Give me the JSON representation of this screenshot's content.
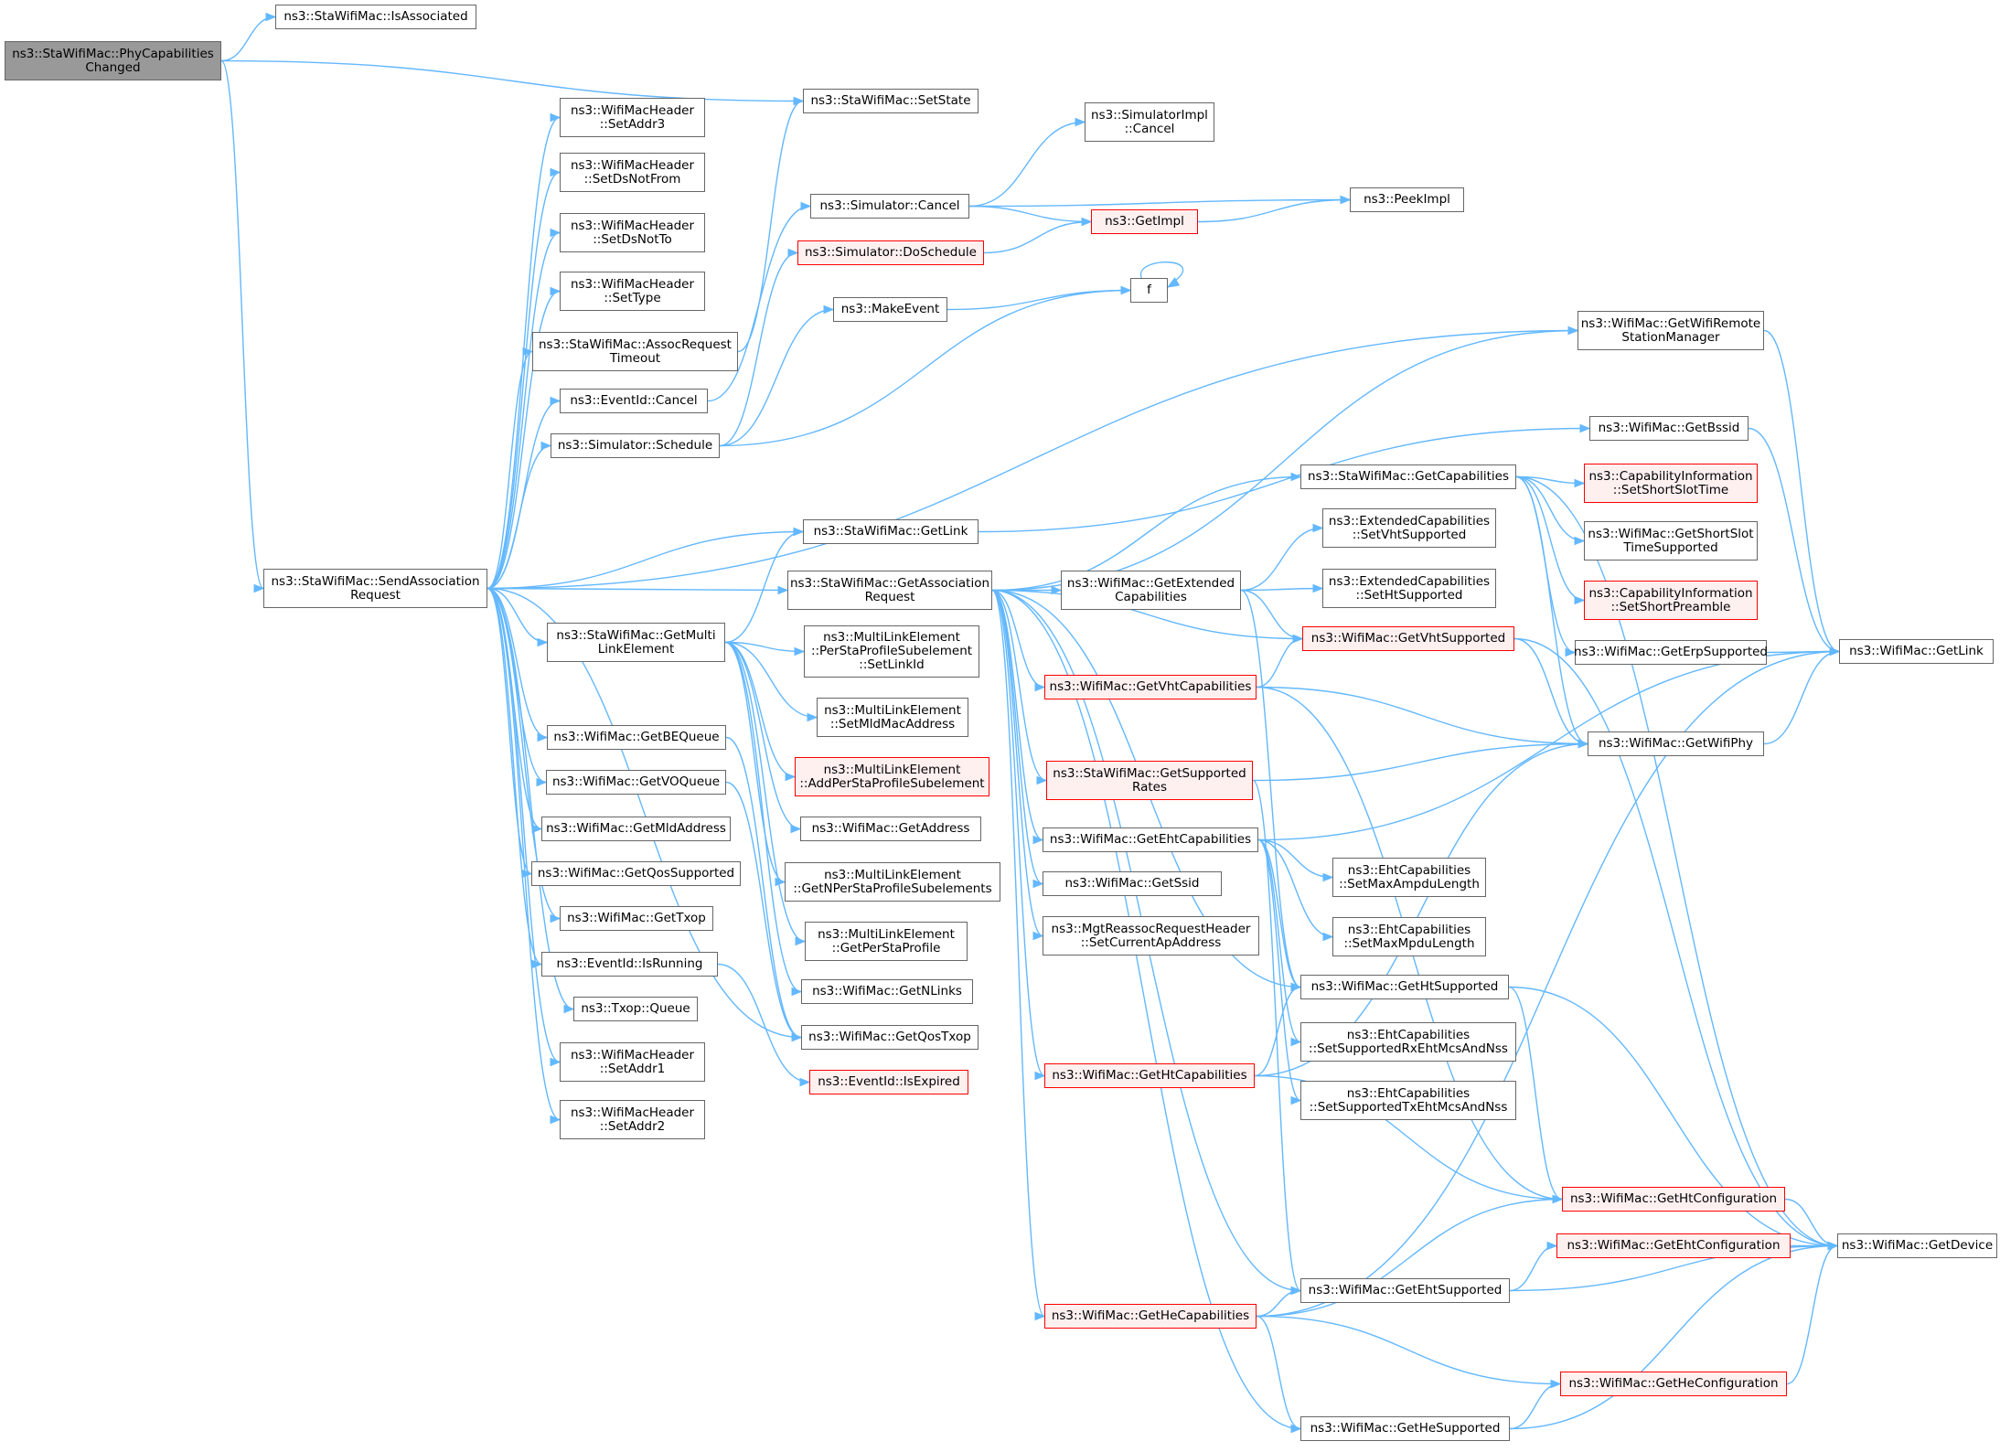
{
  "diagram": {
    "nodes": [
      {
        "id": "root",
        "lines": [
          "ns3::StaWifiMac::PhyCapabilities",
          "Changed"
        ],
        "style": "root"
      },
      {
        "id": "isassociated",
        "lines": [
          "ns3::StaWifiMac::IsAssociated"
        ]
      },
      {
        "id": "setstate",
        "lines": [
          "ns3::StaWifiMac::SetState"
        ]
      },
      {
        "id": "setaddr3",
        "lines": [
          "ns3::WifiMacHeader",
          "::SetAddr3"
        ]
      },
      {
        "id": "setdsnotfrom",
        "lines": [
          "ns3::WifiMacHeader",
          "::SetDsNotFrom"
        ]
      },
      {
        "id": "setdsnotto",
        "lines": [
          "ns3::WifiMacHeader",
          "::SetDsNotTo"
        ]
      },
      {
        "id": "settype",
        "lines": [
          "ns3::WifiMacHeader",
          "::SetType"
        ]
      },
      {
        "id": "assocreqtimeout",
        "lines": [
          "ns3::StaWifiMac::AssocRequest",
          "Timeout"
        ]
      },
      {
        "id": "eventidcancel",
        "lines": [
          "ns3::EventId::Cancel"
        ]
      },
      {
        "id": "simschedule",
        "lines": [
          "ns3::Simulator::Schedule"
        ]
      },
      {
        "id": "sendassoc",
        "lines": [
          "ns3::StaWifiMac::SendAssociation",
          "Request"
        ]
      },
      {
        "id": "getmultilink",
        "lines": [
          "ns3::StaWifiMac::GetMulti",
          "LinkElement"
        ]
      },
      {
        "id": "getbequeue",
        "lines": [
          "ns3::WifiMac::GetBEQueue"
        ]
      },
      {
        "id": "getvoqueue",
        "lines": [
          "ns3::WifiMac::GetVOQueue"
        ]
      },
      {
        "id": "getmldaddress",
        "lines": [
          "ns3::WifiMac::GetMldAddress"
        ]
      },
      {
        "id": "getqossupported",
        "lines": [
          "ns3::WifiMac::GetQosSupported"
        ]
      },
      {
        "id": "gettxop",
        "lines": [
          "ns3::WifiMac::GetTxop"
        ]
      },
      {
        "id": "isrunning",
        "lines": [
          "ns3::EventId::IsRunning"
        ]
      },
      {
        "id": "txopqueue",
        "lines": [
          "ns3::Txop::Queue"
        ]
      },
      {
        "id": "setaddr1",
        "lines": [
          "ns3::WifiMacHeader",
          "::SetAddr1"
        ]
      },
      {
        "id": "setaddr2",
        "lines": [
          "ns3::WifiMacHeader",
          "::SetAddr2"
        ]
      },
      {
        "id": "simcancel",
        "lines": [
          "ns3::Simulator::Cancel"
        ]
      },
      {
        "id": "dosschedule",
        "lines": [
          "ns3::Simulator::DoSchedule"
        ],
        "style": "red"
      },
      {
        "id": "makeevent",
        "lines": [
          "ns3::MakeEvent"
        ]
      },
      {
        "id": "stagetlink",
        "lines": [
          "ns3::StaWifiMac::GetLink"
        ]
      },
      {
        "id": "getassocreq",
        "lines": [
          "ns3::StaWifiMac::GetAssociation",
          "Request"
        ]
      },
      {
        "id": "perstasetlinkid",
        "lines": [
          "ns3::MultiLinkElement",
          "::PerStaProfileSubelement",
          "::SetLinkId"
        ]
      },
      {
        "id": "setmldmac",
        "lines": [
          "ns3::MultiLinkElement",
          "::SetMldMacAddress"
        ]
      },
      {
        "id": "addpersta",
        "lines": [
          "ns3::MultiLinkElement",
          "::AddPerStaProfileSubelement"
        ],
        "style": "red"
      },
      {
        "id": "getaddress",
        "lines": [
          "ns3::WifiMac::GetAddress"
        ]
      },
      {
        "id": "getnpersta",
        "lines": [
          "ns3::MultiLinkElement",
          "::GetNPerStaProfileSubelements"
        ]
      },
      {
        "id": "getpersta",
        "lines": [
          "ns3::MultiLinkElement",
          "::GetPerStaProfile"
        ]
      },
      {
        "id": "getnlinks",
        "lines": [
          "ns3::WifiMac::GetNLinks"
        ]
      },
      {
        "id": "getqostxop",
        "lines": [
          "ns3::WifiMac::GetQosTxop"
        ]
      },
      {
        "id": "isexpired",
        "lines": [
          "ns3::EventId::IsExpired"
        ],
        "style": "red"
      },
      {
        "id": "simimplcancel",
        "lines": [
          "ns3::SimulatorImpl",
          "::Cancel"
        ]
      },
      {
        "id": "getimpl",
        "lines": [
          "ns3::GetImpl"
        ],
        "style": "red"
      },
      {
        "id": "f",
        "lines": [
          "f"
        ]
      },
      {
        "id": "peekimpl",
        "lines": [
          "ns3::PeekImpl"
        ]
      },
      {
        "id": "getextcap",
        "lines": [
          "ns3::WifiMac::GetExtended",
          "Capabilities"
        ]
      },
      {
        "id": "getvhtcap",
        "lines": [
          "ns3::WifiMac::GetVhtCapabilities"
        ],
        "style": "red"
      },
      {
        "id": "getsuprates",
        "lines": [
          "ns3::StaWifiMac::GetSupported",
          "Rates"
        ],
        "style": "red"
      },
      {
        "id": "getehtcap",
        "lines": [
          "ns3::WifiMac::GetEhtCapabilities"
        ]
      },
      {
        "id": "getssid",
        "lines": [
          "ns3::WifiMac::GetSsid"
        ]
      },
      {
        "id": "setcurrentap",
        "lines": [
          "ns3::MgtReassocRequestHeader",
          "::SetCurrentApAddress"
        ]
      },
      {
        "id": "gethtcap",
        "lines": [
          "ns3::WifiMac::GetHtCapabilities"
        ],
        "style": "red"
      },
      {
        "id": "gethecap",
        "lines": [
          "ns3::WifiMac::GetHeCapabilities"
        ],
        "style": "red"
      },
      {
        "id": "getcaps",
        "lines": [
          "ns3::StaWifiMac::GetCapabilities"
        ]
      },
      {
        "id": "setvhtsup",
        "lines": [
          "ns3::ExtendedCapabilities",
          "::SetVhtSupported"
        ]
      },
      {
        "id": "sethtsup",
        "lines": [
          "ns3::ExtendedCapabilities",
          "::SetHtSupported"
        ]
      },
      {
        "id": "getvhtsup",
        "lines": [
          "ns3::WifiMac::GetVhtSupported"
        ],
        "style": "red"
      },
      {
        "id": "setmaxampdu",
        "lines": [
          "ns3::EhtCapabilities",
          "::SetMaxAmpduLength"
        ]
      },
      {
        "id": "setmaxmpdu",
        "lines": [
          "ns3::EhtCapabilities",
          "::SetMaxMpduLength"
        ]
      },
      {
        "id": "gethtsup",
        "lines": [
          "ns3::WifiMac::GetHtSupported"
        ]
      },
      {
        "id": "setrxeht",
        "lines": [
          "ns3::EhtCapabilities",
          "::SetSupportedRxEhtMcsAndNss"
        ]
      },
      {
        "id": "settxeht",
        "lines": [
          "ns3::EhtCapabilities",
          "::SetSupportedTxEhtMcsAndNss"
        ]
      },
      {
        "id": "getehtsup",
        "lines": [
          "ns3::WifiMac::GetEhtSupported"
        ]
      },
      {
        "id": "gethesup",
        "lines": [
          "ns3::WifiMac::GetHeSupported"
        ]
      },
      {
        "id": "getwifiremote",
        "lines": [
          "ns3::WifiMac::GetWifiRemote",
          "StationManager"
        ]
      },
      {
        "id": "getbssid",
        "lines": [
          "ns3::WifiMac::GetBssid"
        ]
      },
      {
        "id": "setshortslot",
        "lines": [
          "ns3::CapabilityInformation",
          "::SetShortSlotTime"
        ],
        "style": "red"
      },
      {
        "id": "getshortslot",
        "lines": [
          "ns3::WifiMac::GetShortSlot",
          "TimeSupported"
        ]
      },
      {
        "id": "setshortpre",
        "lines": [
          "ns3::CapabilityInformation",
          "::SetShortPreamble"
        ],
        "style": "red"
      },
      {
        "id": "geterpsup",
        "lines": [
          "ns3::WifiMac::GetErpSupported"
        ]
      },
      {
        "id": "getwifiphy",
        "lines": [
          "ns3::WifiMac::GetWifiPhy"
        ]
      },
      {
        "id": "gethtconf",
        "lines": [
          "ns3::WifiMac::GetHtConfiguration"
        ],
        "style": "red"
      },
      {
        "id": "getehtconf",
        "lines": [
          "ns3::WifiMac::GetEhtConfiguration"
        ],
        "style": "red"
      },
      {
        "id": "getheconf",
        "lines": [
          "ns3::WifiMac::GetHeConfiguration"
        ],
        "style": "red"
      },
      {
        "id": "getlink",
        "lines": [
          "ns3::WifiMac::GetLink"
        ]
      },
      {
        "id": "getdevice",
        "lines": [
          "ns3::WifiMac::GetDevice"
        ]
      }
    ],
    "edges": [
      [
        "root",
        "isassociated"
      ],
      [
        "root",
        "setstate"
      ],
      [
        "root",
        "sendassoc"
      ],
      [
        "sendassoc",
        "setaddr3"
      ],
      [
        "sendassoc",
        "setdsnotfrom"
      ],
      [
        "sendassoc",
        "setdsnotto"
      ],
      [
        "sendassoc",
        "settype"
      ],
      [
        "sendassoc",
        "assocreqtimeout"
      ],
      [
        "sendassoc",
        "eventidcancel"
      ],
      [
        "sendassoc",
        "simschedule"
      ],
      [
        "sendassoc",
        "getwifiremote"
      ],
      [
        "sendassoc",
        "stagetlink"
      ],
      [
        "sendassoc",
        "getassocreq"
      ],
      [
        "sendassoc",
        "getmultilink"
      ],
      [
        "sendassoc",
        "getbequeue"
      ],
      [
        "sendassoc",
        "getvoqueue"
      ],
      [
        "sendassoc",
        "getmldaddress"
      ],
      [
        "sendassoc",
        "getqossupported"
      ],
      [
        "sendassoc",
        "gettxop"
      ],
      [
        "sendassoc",
        "isrunning"
      ],
      [
        "sendassoc",
        "txopqueue"
      ],
      [
        "sendassoc",
        "setaddr1"
      ],
      [
        "sendassoc",
        "setaddr2"
      ],
      [
        "sendassoc",
        "getqostxop"
      ],
      [
        "assocreqtimeout",
        "setstate"
      ],
      [
        "eventidcancel",
        "simcancel"
      ],
      [
        "simschedule",
        "dosschedule"
      ],
      [
        "simschedule",
        "makeevent"
      ],
      [
        "simschedule",
        "f"
      ],
      [
        "simcancel",
        "simimplcancel"
      ],
      [
        "simcancel",
        "getimpl"
      ],
      [
        "simcancel",
        "peekimpl"
      ],
      [
        "dosschedule",
        "getimpl"
      ],
      [
        "getimpl",
        "peekimpl"
      ],
      [
        "makeevent",
        "f"
      ],
      [
        "f",
        "f"
      ],
      [
        "isrunning",
        "isexpired"
      ],
      [
        "getbequeue",
        "getqostxop"
      ],
      [
        "getvoqueue",
        "getqostxop"
      ],
      [
        "getmultilink",
        "stagetlink"
      ],
      [
        "getmultilink",
        "perstasetlinkid"
      ],
      [
        "getmultilink",
        "setmldmac"
      ],
      [
        "getmultilink",
        "addpersta"
      ],
      [
        "getmultilink",
        "getaddress"
      ],
      [
        "getmultilink",
        "getnpersta"
      ],
      [
        "getmultilink",
        "getpersta"
      ],
      [
        "getmultilink",
        "getnlinks"
      ],
      [
        "stagetlink",
        "getbssid"
      ],
      [
        "getassocreq",
        "getcaps"
      ],
      [
        "getassocreq",
        "getextcap"
      ],
      [
        "getassocreq",
        "getvhtsup"
      ],
      [
        "getassocreq",
        "getvhtcap"
      ],
      [
        "getassocreq",
        "getsuprates"
      ],
      [
        "getassocreq",
        "getehtcap"
      ],
      [
        "getassocreq",
        "getssid"
      ],
      [
        "getassocreq",
        "setcurrentap"
      ],
      [
        "getassocreq",
        "gethtsup"
      ],
      [
        "getassocreq",
        "gethtcap"
      ],
      [
        "getassocreq",
        "getehtsup"
      ],
      [
        "getassocreq",
        "gethecap"
      ],
      [
        "getassocreq",
        "gethesup"
      ],
      [
        "getassocreq",
        "getwifiremote"
      ],
      [
        "getextcap",
        "setvhtsup"
      ],
      [
        "getextcap",
        "sethtsup"
      ],
      [
        "getextcap",
        "getvhtsup"
      ],
      [
        "getextcap",
        "gethtsup"
      ],
      [
        "getcaps",
        "setshortslot"
      ],
      [
        "getcaps",
        "getshortslot"
      ],
      [
        "getcaps",
        "setshortpre"
      ],
      [
        "getcaps",
        "geterpsup"
      ],
      [
        "getcaps",
        "getwifiphy"
      ],
      [
        "getcaps",
        "getdevice"
      ],
      [
        "getvhtcap",
        "getvhtsup"
      ],
      [
        "getvhtcap",
        "getwifiphy"
      ],
      [
        "getvhtcap",
        "gethtconf"
      ],
      [
        "getsuprates",
        "getwifiphy"
      ],
      [
        "getsuprates",
        "getehtsup"
      ],
      [
        "getehtcap",
        "getlink"
      ],
      [
        "getehtcap",
        "setmaxampdu"
      ],
      [
        "getehtcap",
        "setmaxmpdu"
      ],
      [
        "getehtcap",
        "gethtsup"
      ],
      [
        "getehtcap",
        "setrxeht"
      ],
      [
        "getehtcap",
        "settxeht"
      ],
      [
        "gethtcap",
        "gethtsup"
      ],
      [
        "gethtcap",
        "getwifiphy"
      ],
      [
        "gethtcap",
        "gethtconf"
      ],
      [
        "gethecap",
        "getehtsup"
      ],
      [
        "gethecap",
        "gethtconf"
      ],
      [
        "gethecap",
        "getheconf"
      ],
      [
        "gethecap",
        "gethesup"
      ],
      [
        "gethecap",
        "getlink"
      ],
      [
        "getvhtsup",
        "getwifiphy"
      ],
      [
        "getvhtsup",
        "getdevice"
      ],
      [
        "gethtsup",
        "gethtconf"
      ],
      [
        "gethtsup",
        "getdevice"
      ],
      [
        "getehtsup",
        "getehtconf"
      ],
      [
        "getehtsup",
        "getdevice"
      ],
      [
        "gethesup",
        "getheconf"
      ],
      [
        "gethesup",
        "getdevice"
      ],
      [
        "getwifiremote",
        "getlink"
      ],
      [
        "getbssid",
        "getlink"
      ],
      [
        "geterpsup",
        "getlink"
      ],
      [
        "getwifiphy",
        "getlink"
      ],
      [
        "gethtconf",
        "getdevice"
      ],
      [
        "getehtconf",
        "getdevice"
      ],
      [
        "getheconf",
        "getdevice"
      ]
    ]
  },
  "colors": {
    "edge": "#63b8ff",
    "node_border": "#666666",
    "node_fill": "#ffffff",
    "red_border": "#ff0000",
    "red_fill": "#fff0f0",
    "root_fill": "#999999"
  }
}
